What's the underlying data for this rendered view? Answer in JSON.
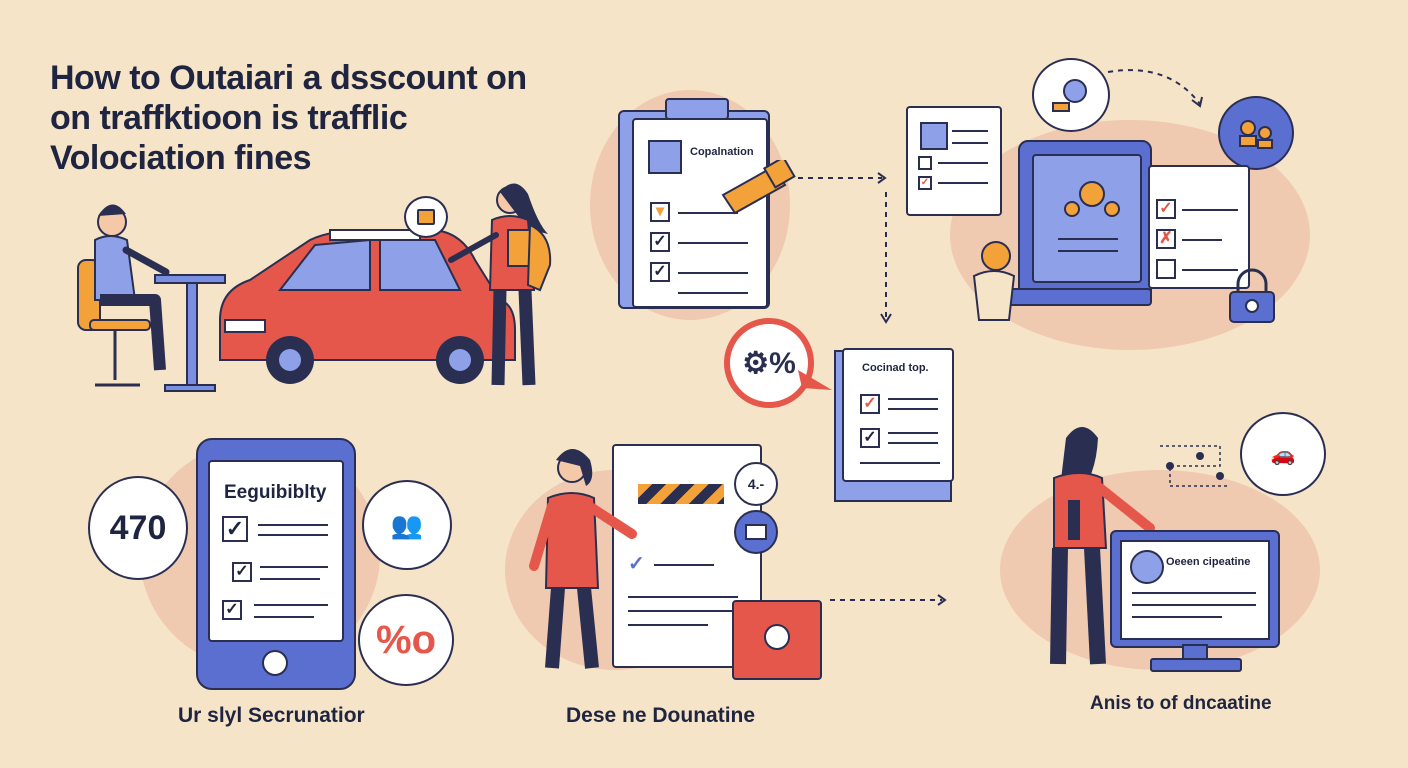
{
  "title": {
    "line1": "How to Outaiari a dsscount on",
    "line2": "on traffktioon is trafflic",
    "line3": "Volociation fines"
  },
  "panels": {
    "document_top": {
      "heading": "Copalnation"
    },
    "checklist_mid": {
      "heading": "Cocinad top."
    },
    "phone": {
      "heading": "Eeguibiblty",
      "bubble_number": "470",
      "bubble_percent": "%o"
    },
    "docs_center": {
      "badge": "4.-"
    },
    "monitor": {
      "heading": "Oeeen cipeatine"
    }
  },
  "captions": {
    "left": "Ur slyl Secrunatior",
    "center": "Dese ne Dounatine",
    "right": "Anis to of dncaatine"
  },
  "colors": {
    "background": "#f6e4c8",
    "accent_red": "#e5574a",
    "accent_blue": "#5a6fd0",
    "accent_orange": "#f3a23a",
    "navy": "#2a2f52"
  }
}
